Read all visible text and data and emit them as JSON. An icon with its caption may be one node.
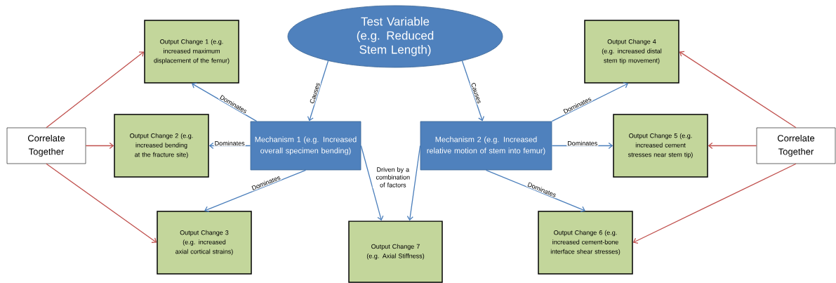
{
  "diagram": {
    "nodes": [
      {
        "text": [
          "Test Variable (e.g. Reduced Stem Length)"
        ]
      },
      {
        "text": [
          "Output Change 1 (e.g. increased maximum displacement of the femur)"
        ]
      },
      {
        "text": [
          "Output Change 4 (e.g. increased distal stem tip movement)"
        ]
      },
      {
        "text": [
          "Correlate Together"
        ]
      },
      {
        "text": [
          "Output Change 2 (e.g. increased bending at the fracture site)"
        ]
      },
      {
        "text": [
          "Mechanism 1 (e.g. Increased overall specimen bending)"
        ]
      },
      {
        "text": [
          "Mechanism 2 (e.g. Increased relative motion of stem into femur)"
        ]
      },
      {
        "text": [
          "Output Change 5 (e.g. increased cement stresses near stem tip)"
        ]
      },
      {
        "text": [
          "Correlate Together"
        ]
      },
      {
        "text": [
          "Output Change 3 (e.g. increased axial cortical strains)"
        ]
      },
      {
        "text": [
          "Output Change 7 (e.g. Axial Stiffness)"
        ]
      },
      {
        "text": [
          "Output Change 6 (e.g. increased cement-bone interface shear stresses)"
        ]
      }
    ],
    "edges": [
      {
        "from": 0,
        "to": 5,
        "arrow": "to",
        "label": "Causes"
      },
      {
        "from": 0,
        "to": 6,
        "arrow": "to",
        "label": "Causes"
      },
      {
        "from": 5,
        "to": 1,
        "arrow": "to",
        "label": "Dominates"
      },
      {
        "from": 5,
        "to": 4,
        "arrow": "to",
        "label": "Dominates"
      },
      {
        "from": 5,
        "to": 9,
        "arrow": "to",
        "label": "Dominates"
      },
      {
        "from": 5,
        "to": 10,
        "arrow": "to",
        "label": "Driven by a combination of factors"
      },
      {
        "from": 6,
        "to": 10,
        "arrow": "to"
      },
      {
        "from": 6,
        "to": 2,
        "arrow": "to",
        "label": "Dominates"
      },
      {
        "from": 6,
        "to": 7,
        "arrow": "to",
        "label": "Dominates"
      },
      {
        "from": 6,
        "to": 11,
        "arrow": "to",
        "label": "Dominates"
      },
      {
        "from": 3,
        "to": 1,
        "arrow": "to",
        "color": "#c0504d"
      },
      {
        "from": 3,
        "to": 4,
        "arrow": "to",
        "color": "#c0504d"
      },
      {
        "from": 3,
        "to": 9,
        "arrow": "to",
        "color": "#c0504d"
      },
      {
        "from": 8,
        "to": 2,
        "arrow": "to",
        "color": "#c0504d"
      },
      {
        "from": 8,
        "to": 7,
        "arrow": "to",
        "color": "#c0504d"
      },
      {
        "from": 8,
        "to": 11,
        "arrow": "to",
        "color": "#c0504d"
      }
    ]
  }
}
